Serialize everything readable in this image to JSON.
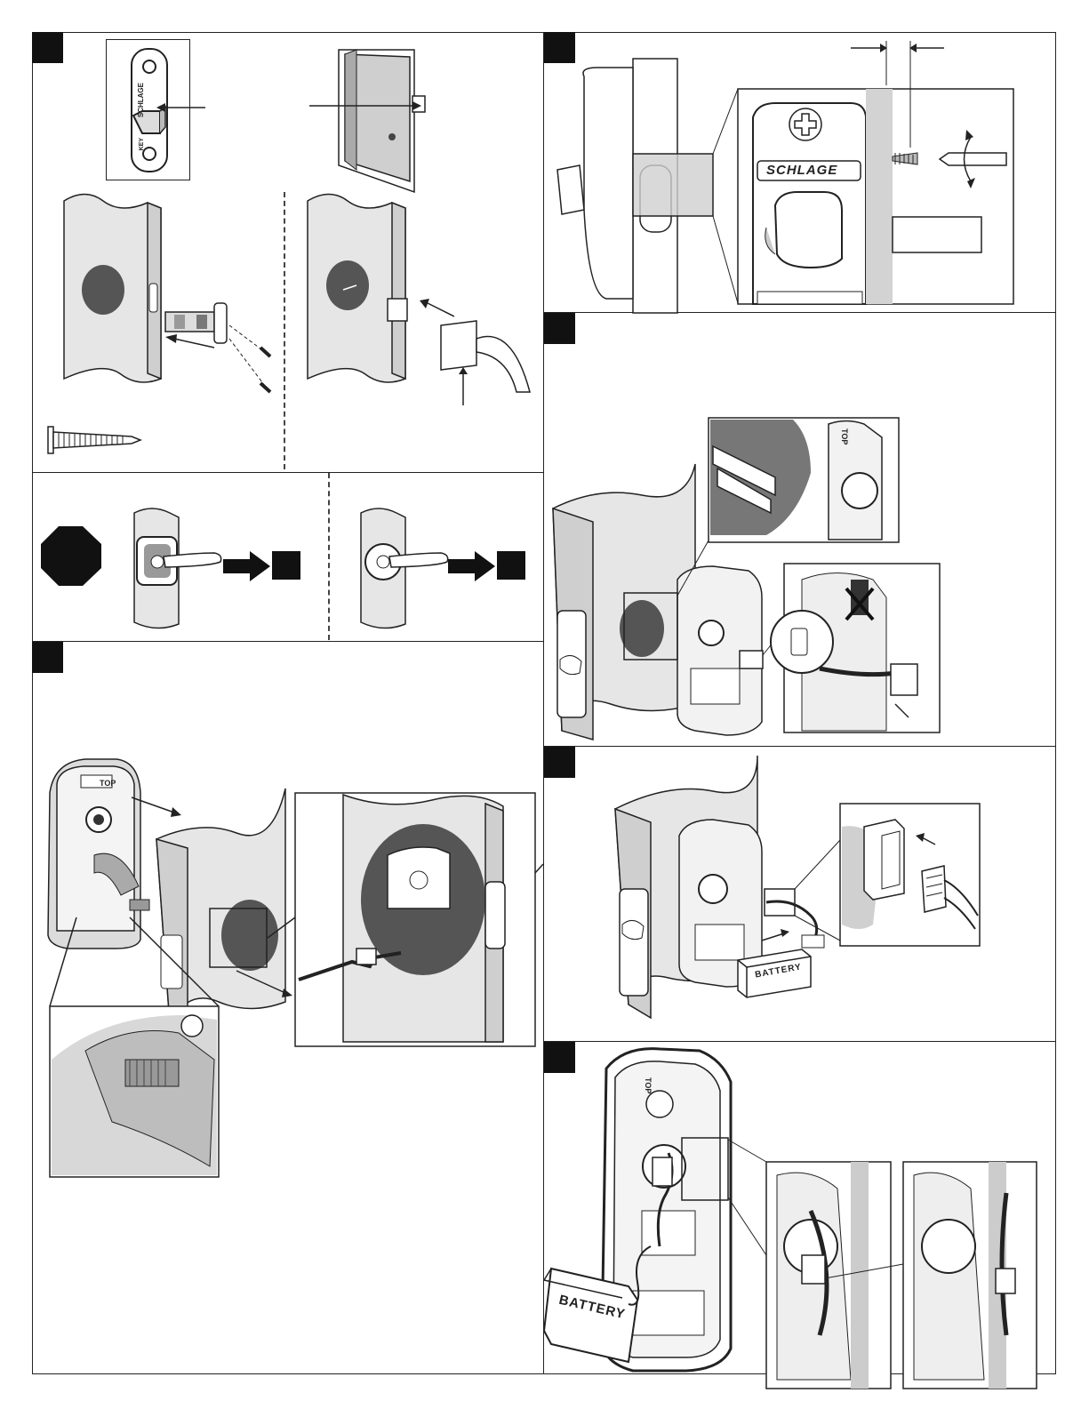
{
  "brand": {
    "name": "SCHLAGE"
  },
  "latch_plate": {
    "top_label": "SCHLAGE",
    "bottom_label": "KEY"
  },
  "escutcheon": {
    "top_label": "TOP"
  },
  "battery": {
    "label": "BATTERY"
  },
  "colors": {
    "ink": "#111111",
    "line": "#222222",
    "door_face": "#dcdcdc",
    "door_edge": "#bdbdbd",
    "hole": "#555555",
    "paper": "#ffffff"
  }
}
